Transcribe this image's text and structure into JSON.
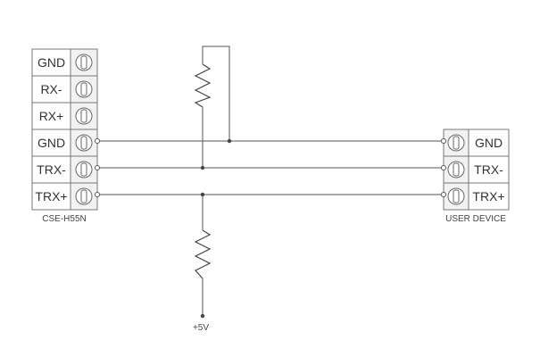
{
  "left_connector": {
    "title": "CSE-H55N",
    "pins": [
      "GND",
      "RX-",
      "RX+",
      "GND",
      "TRX-",
      "TRX+"
    ]
  },
  "right_connector": {
    "title": "USER DEVICE",
    "pins": [
      "GND",
      "TRX-",
      "TRX+"
    ]
  },
  "power_label": "+5V"
}
